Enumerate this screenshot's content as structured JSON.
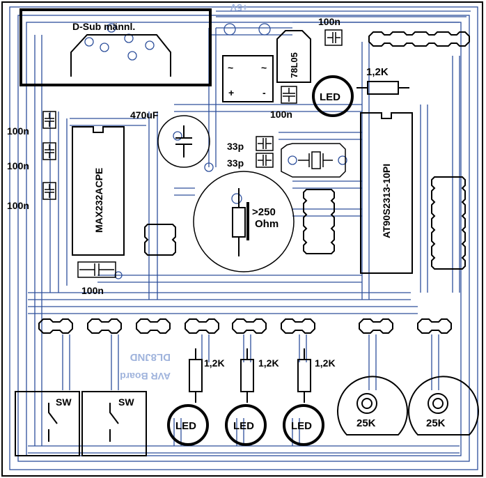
{
  "board": {
    "colors": {
      "copper": "#2d4f9b",
      "silk": "#000000",
      "background": "#ffffff",
      "ghost_text": "#9fb3dc"
    },
    "ghost_texts": {
      "top_voltage": "+5V",
      "brand": "DL8JND",
      "board_name": "AVR Board"
    },
    "labels": {
      "dsub": "D-Sub männl.",
      "reg": "78L05",
      "cap_top": "100n",
      "cap_reg": "100n",
      "cap_470": "470uF",
      "cap_left_1": "100n",
      "cap_left_2": "100n",
      "cap_left_3": "100n",
      "cap_bottom": "100n",
      "max232": "MAX232ACPE",
      "avr": "AT90S2313-10PI",
      "p33_1": "33p",
      "p33_2": "33p",
      "res_top": "1,2K",
      "led_top": "LED",
      "big_res": ">250",
      "big_res_unit": "Ohm",
      "res_1": "1,2K",
      "res_2": "1,2K",
      "res_3": "1,2K",
      "led_1": "LED",
      "led_2": "LED",
      "led_3": "LED",
      "sw_1": "SW",
      "sw_2": "SW",
      "pot_1": "25K",
      "pot_2": "25K",
      "bridge_tilde_1": "~",
      "bridge_tilde_2": "~",
      "bridge_plus": "+",
      "bridge_minus": "-"
    }
  }
}
